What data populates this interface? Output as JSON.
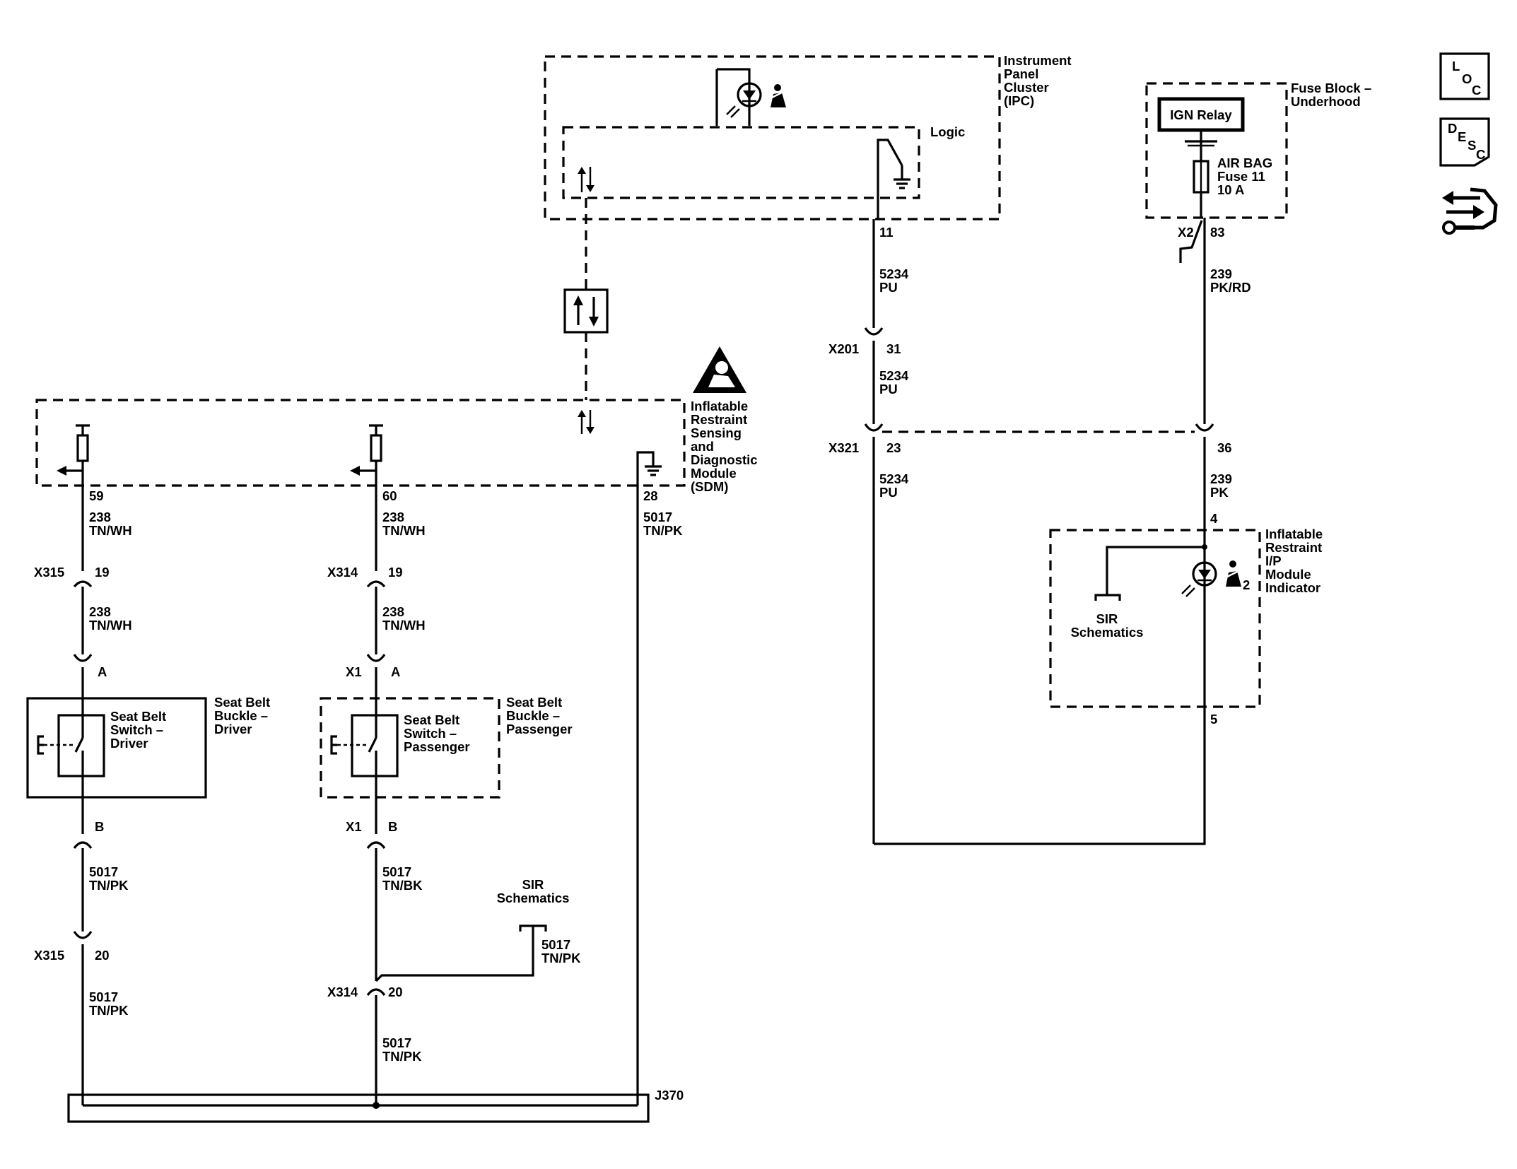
{
  "components": {
    "ipc": [
      "Instrument",
      "Panel",
      "Cluster",
      "(IPC)"
    ],
    "logic": "Logic",
    "fuse_block": [
      "Fuse Block –",
      "Underhood"
    ],
    "ign_relay": "IGN Relay",
    "fuse": [
      "AIR BAG",
      "Fuse 11",
      "10 A"
    ],
    "sdm": [
      "Inflatable",
      "Restraint",
      "Sensing",
      "and",
      "Diagnostic",
      "Module",
      "(SDM)"
    ],
    "ip_indicator": [
      "Inflatable",
      "Restraint",
      "I/P",
      "Module",
      "Indicator"
    ],
    "indicator_sub": "2",
    "sir_right": [
      "SIR",
      "Schematics"
    ],
    "sir_left": [
      "SIR",
      "Schematics"
    ],
    "driver_switch": [
      "Seat Belt",
      "Switch –",
      "Driver"
    ],
    "driver_buckle": [
      "Seat Belt",
      "Buckle –",
      "Driver"
    ],
    "pass_switch": [
      "Seat Belt",
      "Switch –",
      "Passenger"
    ],
    "pass_buckle": [
      "Seat Belt",
      "Buckle –",
      "Passenger"
    ],
    "splice": "J370"
  },
  "side_icons": {
    "loc": [
      "L",
      "O",
      "C"
    ],
    "desc": [
      "D",
      "E",
      "S",
      "C"
    ],
    "nav": "connector-arrows-icon"
  },
  "pins": {
    "ipc_11": "11",
    "x2": "X2",
    "x2_83": "83",
    "x201": "X201",
    "x201_31": "31",
    "x321": "X321",
    "x321_23": "23",
    "x321_36": "36",
    "ind_4": "4",
    "ind_5": "5",
    "sdm_59": "59",
    "sdm_60": "60",
    "sdm_28": "28",
    "x315a": "X315",
    "x315a_pin": "19",
    "x314a": "X314",
    "x314a_pin": "19",
    "da": "A",
    "pa_conn": "X1",
    "pa": "A",
    "db": "B",
    "pb_conn": "X1",
    "pb": "B",
    "x315b": "X315",
    "x315b_pin": "20",
    "x314b": "X314",
    "x314b_pin": "20"
  },
  "wires": {
    "w5234a": [
      "5234",
      "PU"
    ],
    "w5234b": [
      "5234",
      "PU"
    ],
    "w5234c": [
      "5234",
      "PU"
    ],
    "w239a": [
      "239",
      "PK/RD"
    ],
    "w239b": [
      "239",
      "PK"
    ],
    "w238a": [
      "238",
      "TN/WH"
    ],
    "w238b": [
      "238",
      "TN/WH"
    ],
    "w238c": [
      "238",
      "TN/WH"
    ],
    "w238d": [
      "238",
      "TN/WH"
    ],
    "w5017_sdm": [
      "5017",
      "TN/PK"
    ],
    "w5017_d1": [
      "5017",
      "TN/PK"
    ],
    "w5017_d2": [
      "5017",
      "TN/PK"
    ],
    "w5017_p1": [
      "5017",
      "TN/BK"
    ],
    "w5017_p2": [
      "5017",
      "TN/PK"
    ],
    "w5017_sir": [
      "5017",
      "TN/PK"
    ]
  }
}
